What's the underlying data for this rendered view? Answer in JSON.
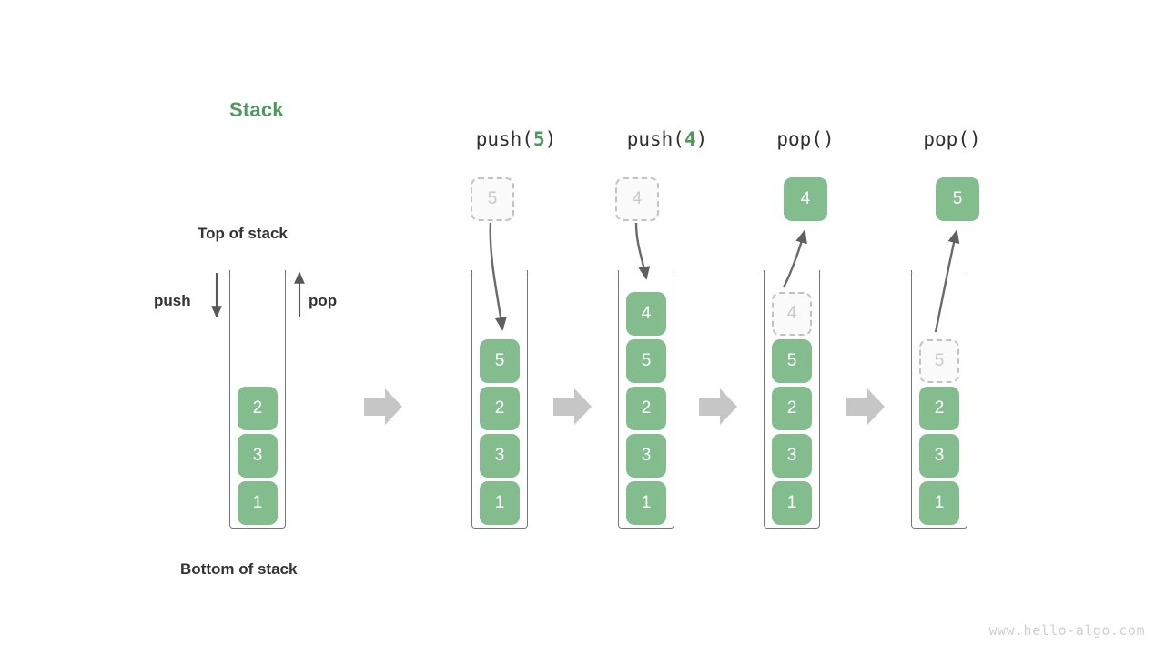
{
  "diagram": {
    "title": "Stack",
    "title_color": "#4e9a5c",
    "box_color": "#83bd8d",
    "ghost_color": "#c9c9c9",
    "labels": {
      "top_of_stack": "Top of stack",
      "bottom_of_stack": "Bottom of stack",
      "push": "push",
      "pop": "pop"
    },
    "watermark": "www.hello-algo.com",
    "initial_stack": {
      "cells": [
        "2",
        "3",
        "1"
      ]
    },
    "steps": [
      {
        "caption_fn": "push",
        "caption_open": "(",
        "caption_arg": "5",
        "caption_close": ")",
        "incoming_cell": "5",
        "incoming_kind": "ghost-above",
        "cells": [
          {
            "value": "5",
            "kind": "solid"
          },
          {
            "value": "2",
            "kind": "solid"
          },
          {
            "value": "3",
            "kind": "solid"
          },
          {
            "value": "1",
            "kind": "solid"
          }
        ]
      },
      {
        "caption_fn": "push",
        "caption_open": "(",
        "caption_arg": "4",
        "caption_close": ")",
        "incoming_cell": "4",
        "incoming_kind": "ghost-above",
        "cells": [
          {
            "value": "4",
            "kind": "solid"
          },
          {
            "value": "5",
            "kind": "solid"
          },
          {
            "value": "2",
            "kind": "solid"
          },
          {
            "value": "3",
            "kind": "solid"
          },
          {
            "value": "1",
            "kind": "solid"
          }
        ]
      },
      {
        "caption_fn": "pop",
        "caption_open": "(",
        "caption_arg": "",
        "caption_close": ")",
        "incoming_cell": "4",
        "incoming_kind": "solid-above",
        "cells": [
          {
            "value": "4",
            "kind": "ghost"
          },
          {
            "value": "5",
            "kind": "solid"
          },
          {
            "value": "2",
            "kind": "solid"
          },
          {
            "value": "3",
            "kind": "solid"
          },
          {
            "value": "1",
            "kind": "solid"
          }
        ]
      },
      {
        "caption_fn": "pop",
        "caption_open": "(",
        "caption_arg": "",
        "caption_close": ")",
        "incoming_cell": "5",
        "incoming_kind": "solid-above",
        "cells": [
          {
            "value": "5",
            "kind": "ghost"
          },
          {
            "value": "2",
            "kind": "solid"
          },
          {
            "value": "3",
            "kind": "solid"
          },
          {
            "value": "1",
            "kind": "solid"
          }
        ]
      }
    ]
  }
}
